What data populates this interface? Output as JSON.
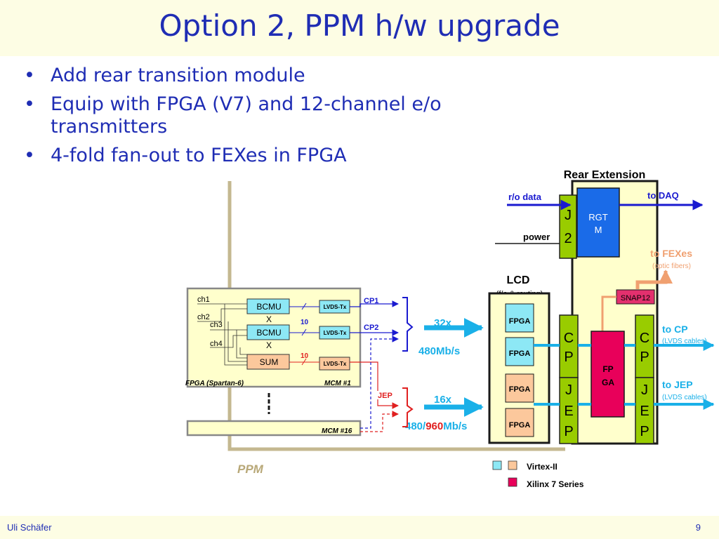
{
  "slide": {
    "title": "Option 2, PPM h/w upgrade",
    "bullets": [
      "Add rear transition module",
      "Equip with FPGA (V7) and 12-channel e/o transmitters",
      "4-fold fan-out to FEXes in FPGA"
    ],
    "footer_author": "Uli Schäfer",
    "page_number": "9"
  },
  "diagram": {
    "rear_extension_label": "Rear Extension",
    "ro_data_label": "r/o data",
    "to_daq_label": "to DAQ",
    "j2_letters": [
      "J",
      "2"
    ],
    "rgtm_lines": [
      "RGT",
      "M"
    ],
    "power_label": "power",
    "to_fexes_label": "to FEXes",
    "optic_fibers_label": "(optic fibers)",
    "snap12_label": "SNAP12",
    "lcd_label": "LCD",
    "lcd_sub_label": "(f/o & routing)",
    "fpga_label": "FPGA",
    "v7_lines": [
      "FP",
      "GA"
    ],
    "cp_letters": [
      "C",
      "P"
    ],
    "jep_letters": [
      "J",
      "E",
      "P"
    ],
    "to_cp_label": "to CP",
    "to_cp_sub": "(LVDS cables)",
    "to_jep_label": "to JEP",
    "to_jep_sub": "(LVDS cables)",
    "rate_32x": "32x",
    "rate_480": "480Mb/s",
    "rate_16x": "16x",
    "rate_480_part": "480/",
    "rate_960_part": "960",
    "rate_mbs_part": "Mb/s",
    "mcm_channels": [
      "ch1",
      "ch2",
      "ch3",
      "ch4"
    ],
    "bcmux_lines": [
      "BCMU",
      "X"
    ],
    "sum_label": "SUM",
    "lvds_tx_label": "LVDS-Tx",
    "bus_10": "10",
    "cp1_label": "CP1",
    "cp2_label": "CP2",
    "jep_small_label": "JEP",
    "fpga_spartan_label": "FPGA (Spartan-6)",
    "mcm1_label": "MCM #1",
    "mcm16_label": "MCM #16",
    "ppm_label": "PPM",
    "legend_virtex": "Virtex-II",
    "legend_xilinx7": "Xilinx 7 Series"
  },
  "colors": {
    "title_blue": "#1f2db4",
    "band_yellow": "#fdfde4",
    "board_yellow": "#ffffcc",
    "lime": "#99cc00",
    "rgtm_blue": "#1a6be8",
    "magenta": "#e8005a",
    "snap_pink": "#e3306e",
    "cyan": "#8de8f5",
    "peach": "#fcc89c",
    "sky": "#1ab0e8",
    "orange": "#f0a070",
    "red": "#e02020",
    "ppm_khaki": "#c4b890",
    "ppm_text": "#b8a878"
  }
}
